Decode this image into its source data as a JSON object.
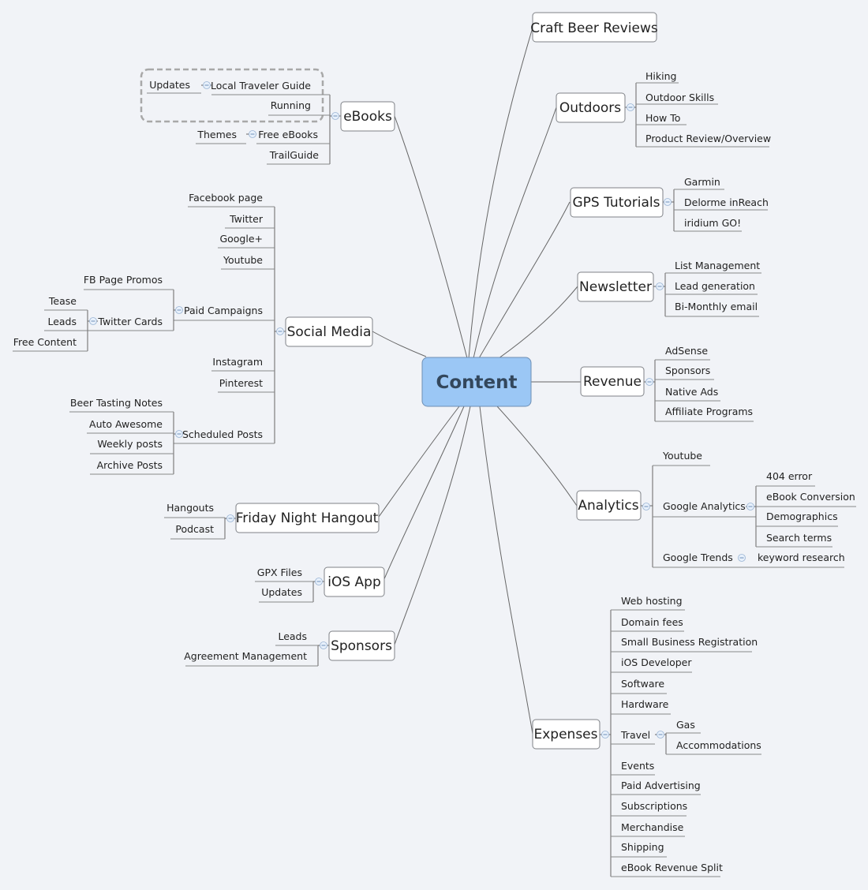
{
  "root": "Content",
  "topics": {
    "craft": "Craft Beer Reviews",
    "outdoors": "Outdoors",
    "gps": "GPS Tutorials",
    "newsletter": "Newsletter",
    "revenue": "Revenue",
    "analytics": "Analytics",
    "expenses": "Expenses",
    "ebooks": "eBooks",
    "social": "Social Media",
    "friday": "Friday Night Hangout",
    "ios": "iOS App",
    "sponsors": "Sponsors"
  },
  "outdoors": [
    "Hiking",
    "Outdoor Skills",
    "How To",
    "Product Review/Overview"
  ],
  "gps": [
    "Garmin",
    "Delorme inReach",
    "iridium GO!"
  ],
  "newsletter": [
    "List Management",
    "Lead generation",
    "Bi-Monthly email"
  ],
  "revenue": [
    "AdSense",
    "Sponsors",
    "Native Ads",
    "Affiliate Programs"
  ],
  "analytics": {
    "youtube": "Youtube",
    "google_analytics": "Google Analytics",
    "ga_children": [
      "404 error",
      "eBook Conversion",
      "Demographics",
      "Search terms"
    ],
    "google_trends": "Google Trends",
    "keyword": "keyword research"
  },
  "expenses": {
    "before_travel": [
      "Web hosting",
      "Domain fees",
      "Small Business Registration",
      "iOS Developer",
      "Software",
      "Hardware"
    ],
    "travel": "Travel",
    "travel_children": [
      "Gas",
      "Accommodations"
    ],
    "after_travel": [
      "Events",
      "Paid Advertising",
      "Subscriptions",
      "Merchandise",
      "Shipping",
      "eBook Revenue Split"
    ]
  },
  "ebooks": {
    "local_traveler_guide": "Local Traveler Guide",
    "updates": "Updates",
    "running": "Running",
    "free_ebooks": "Free eBooks",
    "themes": "Themes",
    "trailguide": "TrailGuide"
  },
  "social": {
    "top": [
      "Facebook page",
      "Twitter",
      "Google+",
      "Youtube"
    ],
    "paid_campaigns": "Paid Campaigns",
    "fb_page_promos": "FB Page Promos",
    "twitter_cards": "Twitter Cards",
    "twitter_cards_children": [
      "Tease",
      "Leads",
      "Free Content"
    ],
    "middle": [
      "Instagram",
      "Pinterest"
    ],
    "scheduled_posts": "Scheduled Posts",
    "scheduled_children": [
      "Beer Tasting Notes",
      "Auto Awesome",
      "Weekly posts",
      "Archive Posts"
    ]
  },
  "friday": [
    "Hangouts",
    "Podcast"
  ],
  "ios": [
    "GPX Files",
    "Updates"
  ],
  "sponsors": [
    "Leads",
    "Agreement Management"
  ]
}
